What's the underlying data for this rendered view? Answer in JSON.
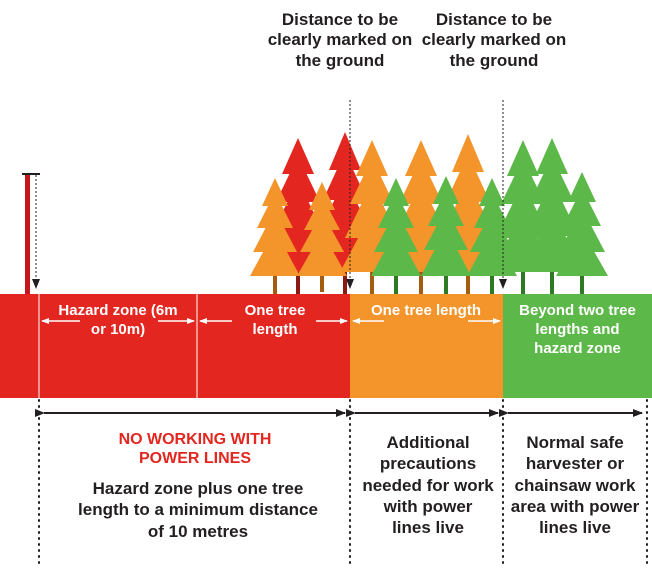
{
  "top_labels": {
    "left": "Distance to be clearly marked on the ground",
    "right": "Distance to be clearly marked on the ground"
  },
  "zones": {
    "hazard": "Hazard zone (6m or 10m)",
    "tree_length_1": "One tree length",
    "tree_length_2": "One tree length",
    "beyond": "Beyond two tree lengths and hazard zone"
  },
  "bottom_labels": {
    "no_working_title": "NO WORKING WITH POWER LINES",
    "no_working_body": "Hazard zone plus one tree length to a minimum distance of 10 metres",
    "additional": "Additional precautions needed for work with power lines live",
    "normal": "Normal safe harvester or chainsaw work area with power lines live"
  },
  "colors": {
    "red": "#e3261f",
    "orange": "#f4952b",
    "green": "#5cb848",
    "dark_red": "#c8171c",
    "text": "#231f20"
  },
  "icons": {
    "pole": "power-pole-icon",
    "tree": "conifer-tree-icon",
    "arrow": "double-arrow-icon"
  }
}
